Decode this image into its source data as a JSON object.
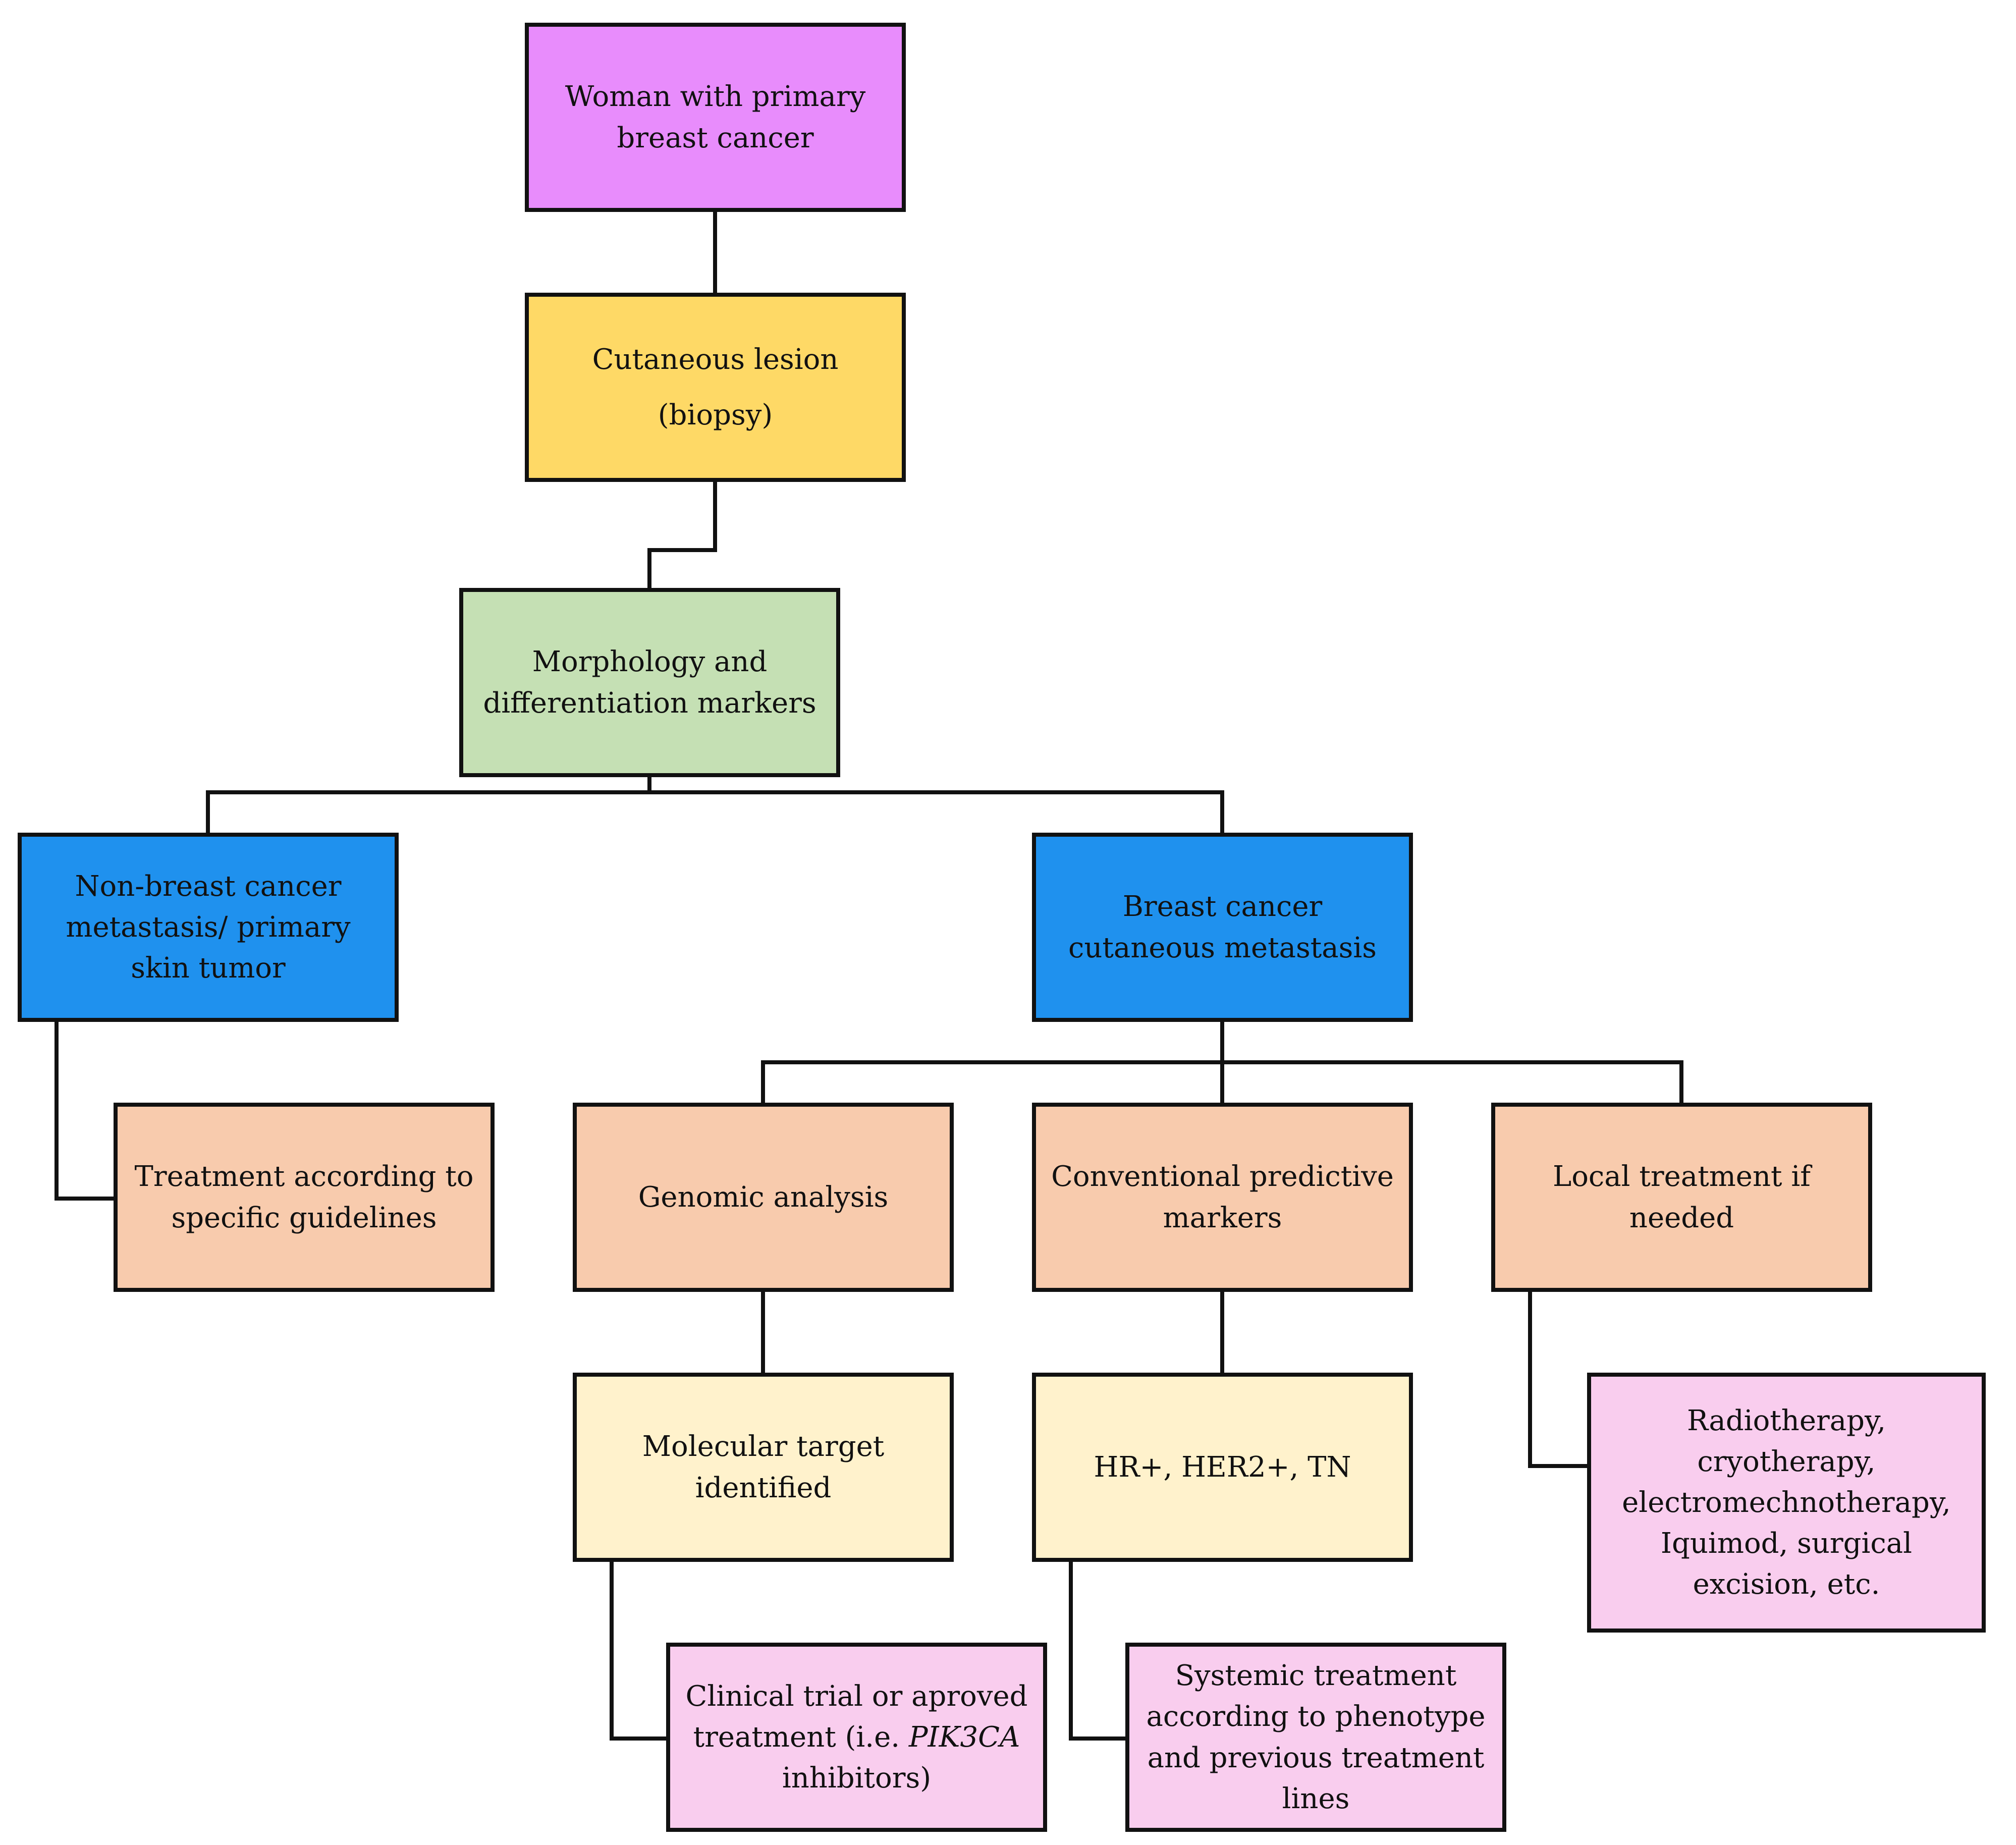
{
  "colors": {
    "purple": "#E88CFC",
    "yellow": "#FED966",
    "green": "#C5E0B4",
    "blue": "#1F91EE",
    "peach": "#F8CBAD",
    "cream": "#FFF2CC",
    "pink": "#F9CDEE",
    "line": "#111111"
  },
  "nodes": {
    "woman": {
      "text": "Woman with primary breast cancer"
    },
    "lesion": {
      "text": "Cutaneous lesion",
      "sub": "(biopsy)"
    },
    "morph": {
      "text": "Morphology and differentiation markers"
    },
    "nonbreast": {
      "text": "Non-breast cancer metastasis/ primary skin tumor"
    },
    "bcmeta": {
      "text": "Breast cancer cutaneous metastasis"
    },
    "treatspec": {
      "text": "Treatment according to specific guidelines"
    },
    "genomic": {
      "text": "Genomic analysis"
    },
    "conv": {
      "text": "Conventional predictive markers"
    },
    "local": {
      "text": "Local treatment if needed"
    },
    "moltarget": {
      "text": "Molecular target identified"
    },
    "hr": {
      "text": "HR+, HER2+, TN"
    },
    "radio": {
      "text": "Radiotherapy, cryotherapy, electromechnotherapy, Iquimod, surgical excision, etc."
    },
    "clinical": {
      "before": "Clinical trial or aproved treatment (i.e. ",
      "italic": "PIK3CA",
      "after": " inhibitors)"
    },
    "systemic": {
      "text": "Systemic treatment according to phenotype and previous treatment lines"
    }
  }
}
